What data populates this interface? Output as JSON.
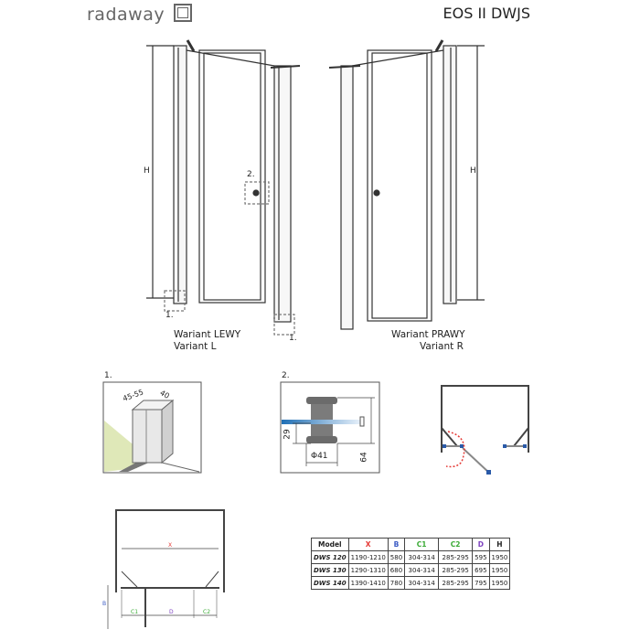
{
  "header": {
    "brand": "radaway",
    "product_title": "EOS II DWJS"
  },
  "elevations": {
    "left": {
      "dim_label": "H",
      "callout_1": "1.",
      "callout_2": "2.",
      "name_pl": "Wariant LEWY",
      "name_en": "Variant L"
    },
    "right": {
      "dim_label": "H",
      "name_pl": "Wariant PRAWY",
      "name_en": "Variant R"
    }
  },
  "details": {
    "detail_1": {
      "number": "1.",
      "dim_a": "45-55",
      "dim_b": "40"
    },
    "detail_2": {
      "number": "2.",
      "dim_height": "29",
      "dim_total": "64",
      "dim_diameter": "Φ41"
    }
  },
  "plan": {
    "x_label": "X",
    "b_label": "B",
    "c1_label": "C1",
    "d_label": "D",
    "c2_label": "C2"
  },
  "colors": {
    "x": "#e53935",
    "b": "#3b5bc4",
    "c": "#3aaa35",
    "d": "#7b3fbf",
    "glass": "#1f6fb5"
  },
  "spec_table": {
    "headers": [
      "Model",
      "X",
      "B",
      "C1",
      "C2",
      "D",
      "H"
    ],
    "rows": [
      [
        "DWS 120",
        "1190-1210",
        "580",
        "304-314",
        "285-295",
        "595",
        "1950"
      ],
      [
        "DWS 130",
        "1290-1310",
        "680",
        "304-314",
        "285-295",
        "695",
        "1950"
      ],
      [
        "DWS 140",
        "1390-1410",
        "780",
        "304-314",
        "285-295",
        "795",
        "1950"
      ]
    ]
  }
}
